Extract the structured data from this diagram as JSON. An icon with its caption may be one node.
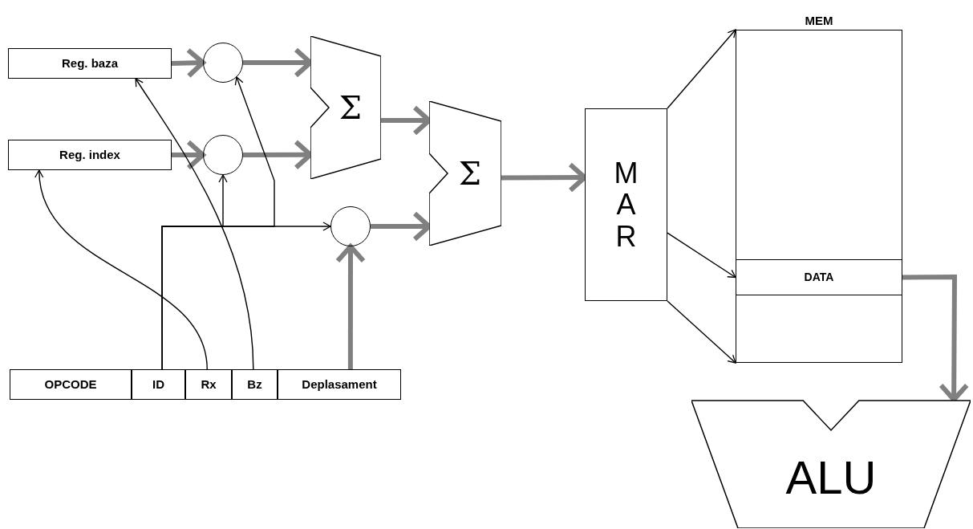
{
  "diagram": {
    "nodes": [
      {
        "text": [
          "Reg. baza"
        ]
      },
      {
        "text": [
          "Reg. index"
        ]
      },
      {
        "text": [],
        "shape": "circle"
      },
      {
        "text": [],
        "shape": "circle"
      },
      {
        "text": [],
        "shape": "circle"
      },
      {
        "text": [
          "Σ"
        ]
      },
      {
        "text": [
          "Σ"
        ]
      },
      {
        "text": [
          "MAR"
        ]
      },
      {
        "text": [
          "MEM"
        ]
      },
      {
        "text": [
          "DATA"
        ],
        "in": 8
      },
      {
        "text": [
          "ALU"
        ]
      },
      {
        "text": [
          "OPCODE"
        ]
      },
      {
        "text": [
          "ID"
        ]
      },
      {
        "text": [
          "Rx"
        ]
      },
      {
        "text": [
          "Bz"
        ]
      },
      {
        "text": [
          "Deplasament"
        ]
      }
    ],
    "edges": [
      {
        "from": 0,
        "to": 2,
        "arrow": "to"
      },
      {
        "from": 1,
        "to": 3,
        "arrow": "to"
      },
      {
        "from": 2,
        "to": 5,
        "arrow": "to"
      },
      {
        "from": 3,
        "to": 5,
        "arrow": "to"
      },
      {
        "from": 5,
        "to": 6,
        "arrow": "to"
      },
      {
        "from": 4,
        "to": 6,
        "arrow": "to"
      },
      {
        "from": 6,
        "to": 7,
        "arrow": "to"
      },
      {
        "from": 15,
        "to": 4,
        "arrow": "to"
      },
      {
        "from": 12,
        "to": 2,
        "arrow": "to",
        "color": "#000000"
      },
      {
        "from": 12,
        "to": 3,
        "arrow": "to",
        "color": "#000000"
      },
      {
        "from": 12,
        "to": 4,
        "arrow": "to",
        "color": "#000000"
      },
      {
        "from": 13,
        "to": 1,
        "arrow": "to",
        "color": "#000000"
      },
      {
        "from": 14,
        "to": 0,
        "arrow": "to",
        "color": "#000000"
      },
      {
        "from": 7,
        "to": 8,
        "arrow": "to",
        "color": "#000000"
      },
      {
        "from": 7,
        "to": 9,
        "arrow": "to",
        "color": "#000000"
      },
      {
        "from": 7,
        "to": 8,
        "arrow": "to",
        "color": "#000000"
      },
      {
        "from": 9,
        "to": 10,
        "arrow": "to"
      }
    ]
  }
}
